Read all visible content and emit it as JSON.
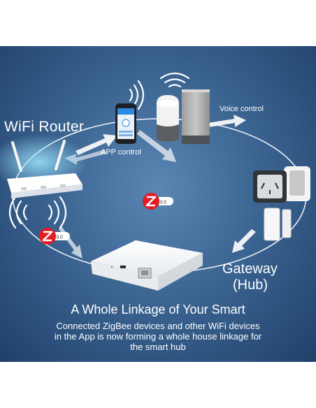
{
  "labels": {
    "router": "WiFi Router",
    "voice_control": "Voice control",
    "app_control": "APP control",
    "gateway_line1": "Gateway",
    "gateway_line2": "(Hub)"
  },
  "headline": "A Whole Linkage of Your Smart",
  "description": [
    "Connected ZigBee devices and other WiFi devices",
    "in the App is now forming a whole house linkage for",
    "the smart hub"
  ],
  "badges": {
    "zigbee_version": "3.0"
  },
  "icons": [
    "wifi-waves-icon",
    "zigbee-logo-icon",
    "flow-arrow-icon"
  ],
  "colors": {
    "background_center": "#5b86b3",
    "background_edge": "#20406b",
    "zigbee_red": "#e31b23",
    "text": "#ffffff"
  }
}
